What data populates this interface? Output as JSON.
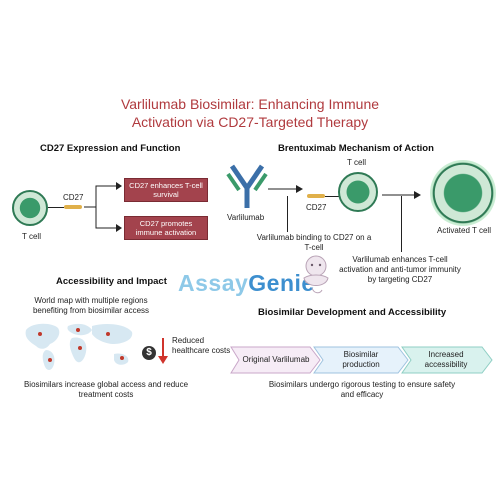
{
  "title_line1": "Varlilumab Biosimilar: Enhancing Immune",
  "title_line2": "Activation via CD27-Targeted Therapy",
  "cd27_section": {
    "heading": "CD27 Expression and Function",
    "cell_label": "T cell",
    "receptor_label": "CD27",
    "box1": "CD27 enhances T-cell survival",
    "box2": "CD27 promotes immune activation"
  },
  "mechanism_section": {
    "heading": "Brentuximab Mechanism of Action",
    "antibody_label": "Varlilumab",
    "cd27_label": "CD27",
    "tcell_label": "T cell",
    "binding_caption": "Varlilumab binding to CD27 on a T-cell",
    "enhance_caption": "Varlilumab enhances T-cell activation and anti-tumor immunity by targeting CD27",
    "activated_label": "Activated T cell"
  },
  "access_section": {
    "heading": "Accessibility and Impact",
    "map_caption": "World map with multiple regions benefiting from biosimilar access",
    "reduced_label": "Reduced healthcare costs",
    "bottom_caption": "Biosimilars increase global access and reduce treatment costs"
  },
  "logo": {
    "part1": "Assay",
    "part2": "Genie"
  },
  "dev_section": {
    "heading": "Biosimilar Development and Accessibility",
    "steps": [
      "Original Varlilumab",
      "Biosimilar production",
      "Increased accessibility"
    ],
    "caption": "Biosimilars undergo rigorous testing to ensure safety and efficacy"
  },
  "colors": {
    "title": "#b03a3e",
    "box": "#a3434d",
    "step1": "#f6ecf6",
    "step2": "#e6f2fb",
    "step3": "#d9f2ee"
  }
}
